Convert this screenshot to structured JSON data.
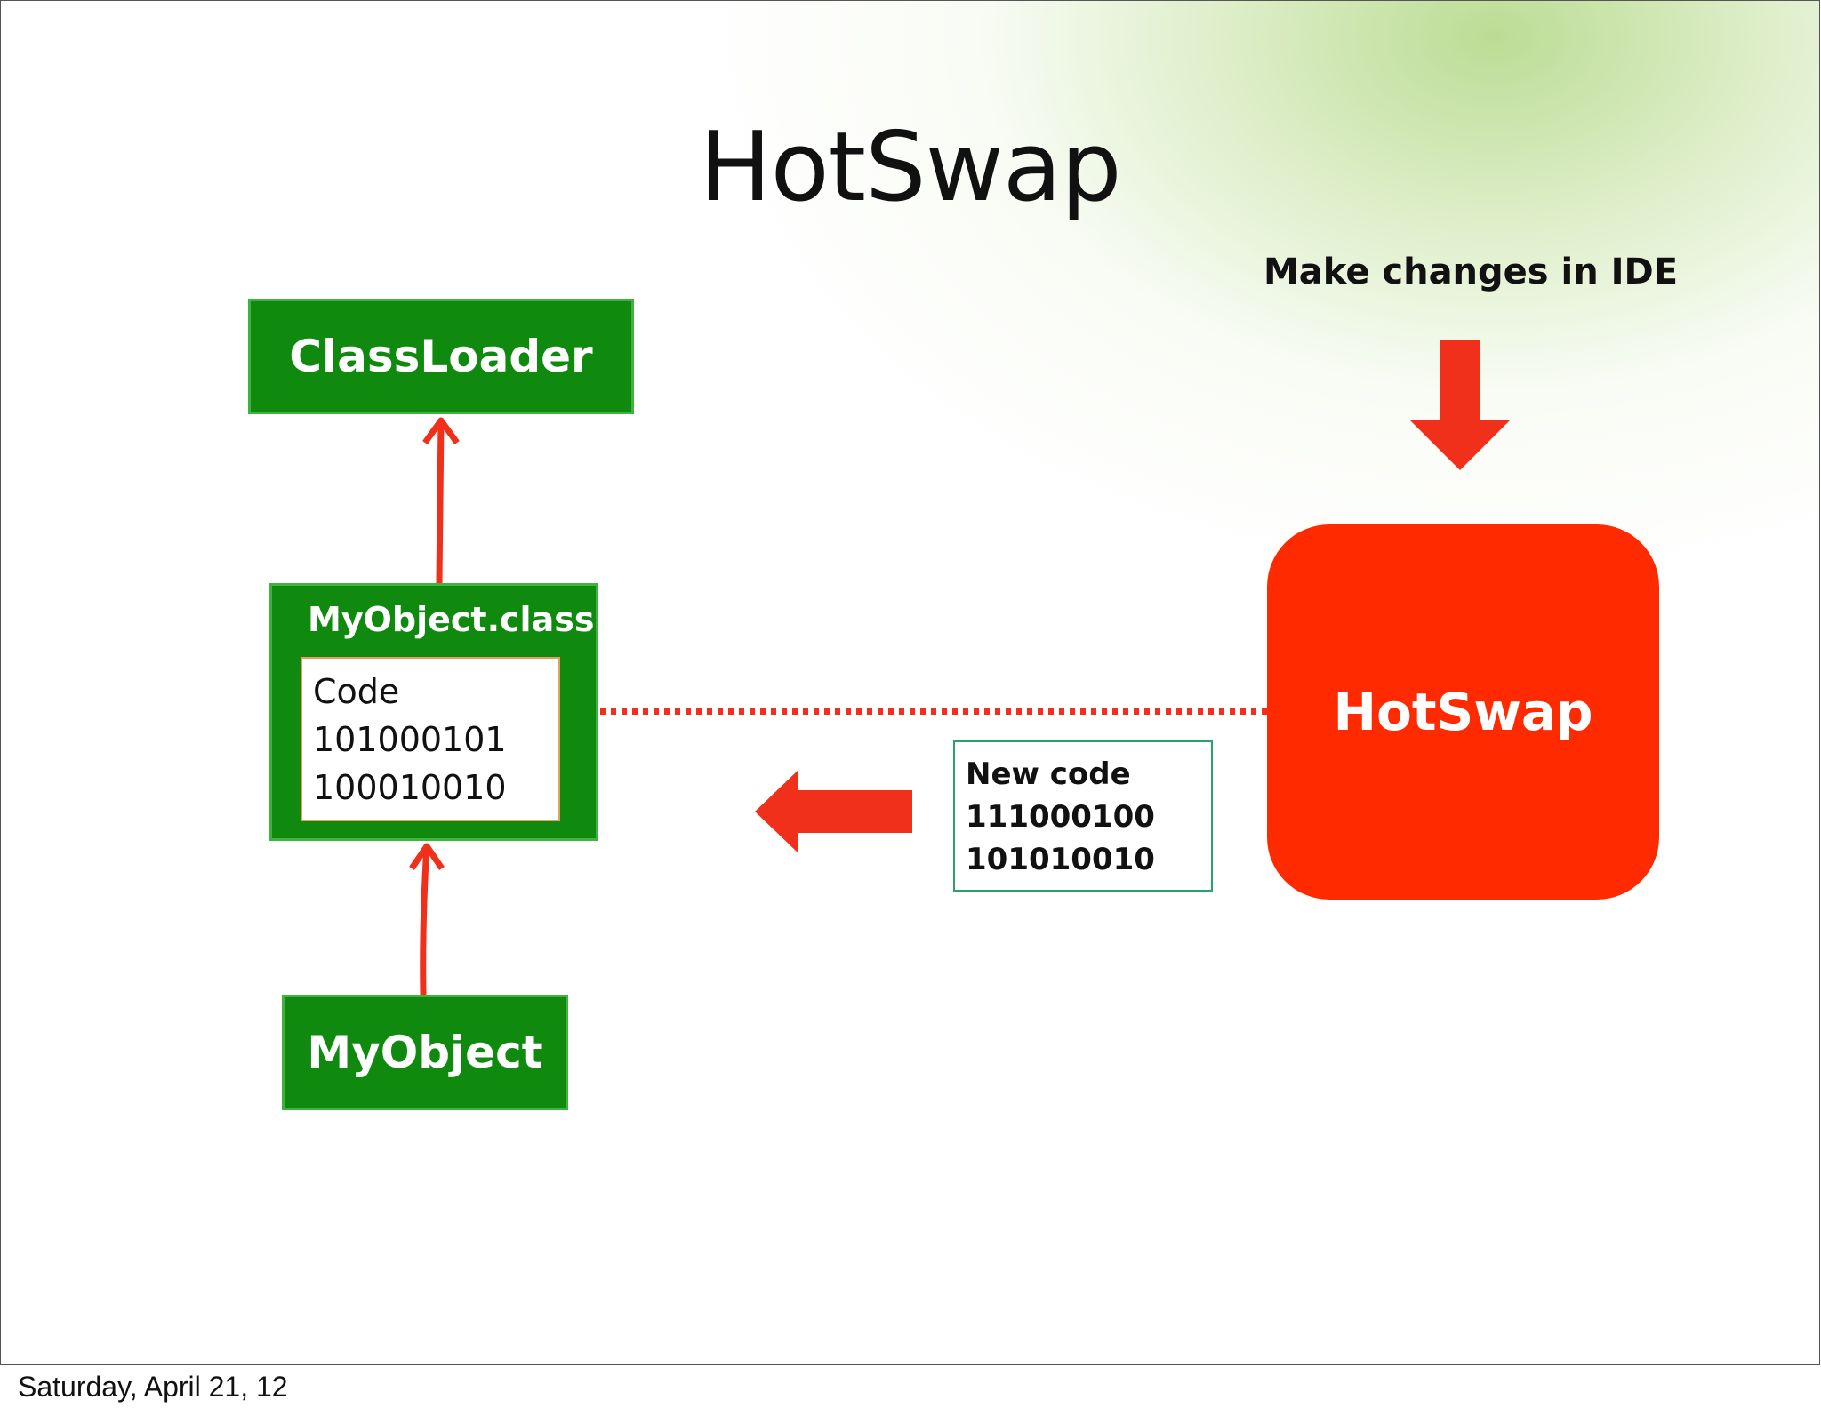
{
  "slide": {
    "title": "HotSwap",
    "footer_date": "Saturday, April 21, 12"
  },
  "diagram": {
    "classloader_label": "ClassLoader",
    "class_file": {
      "title": "MyObject.class",
      "code_lines": [
        "Code",
        "101000101",
        "100010010"
      ]
    },
    "myobject_label": "MyObject",
    "ide_label": "Make changes in IDE",
    "hotswap_label": "HotSwap",
    "new_code_lines": [
      "New code",
      "111000100",
      "101010010"
    ]
  },
  "colors": {
    "green_box": "#0f8a0f",
    "red_accent": "#ff2a00",
    "arrow_red": "#f0301a"
  },
  "icons": [
    "down-arrow-icon",
    "left-arrow-icon",
    "up-arrow-icon"
  ]
}
